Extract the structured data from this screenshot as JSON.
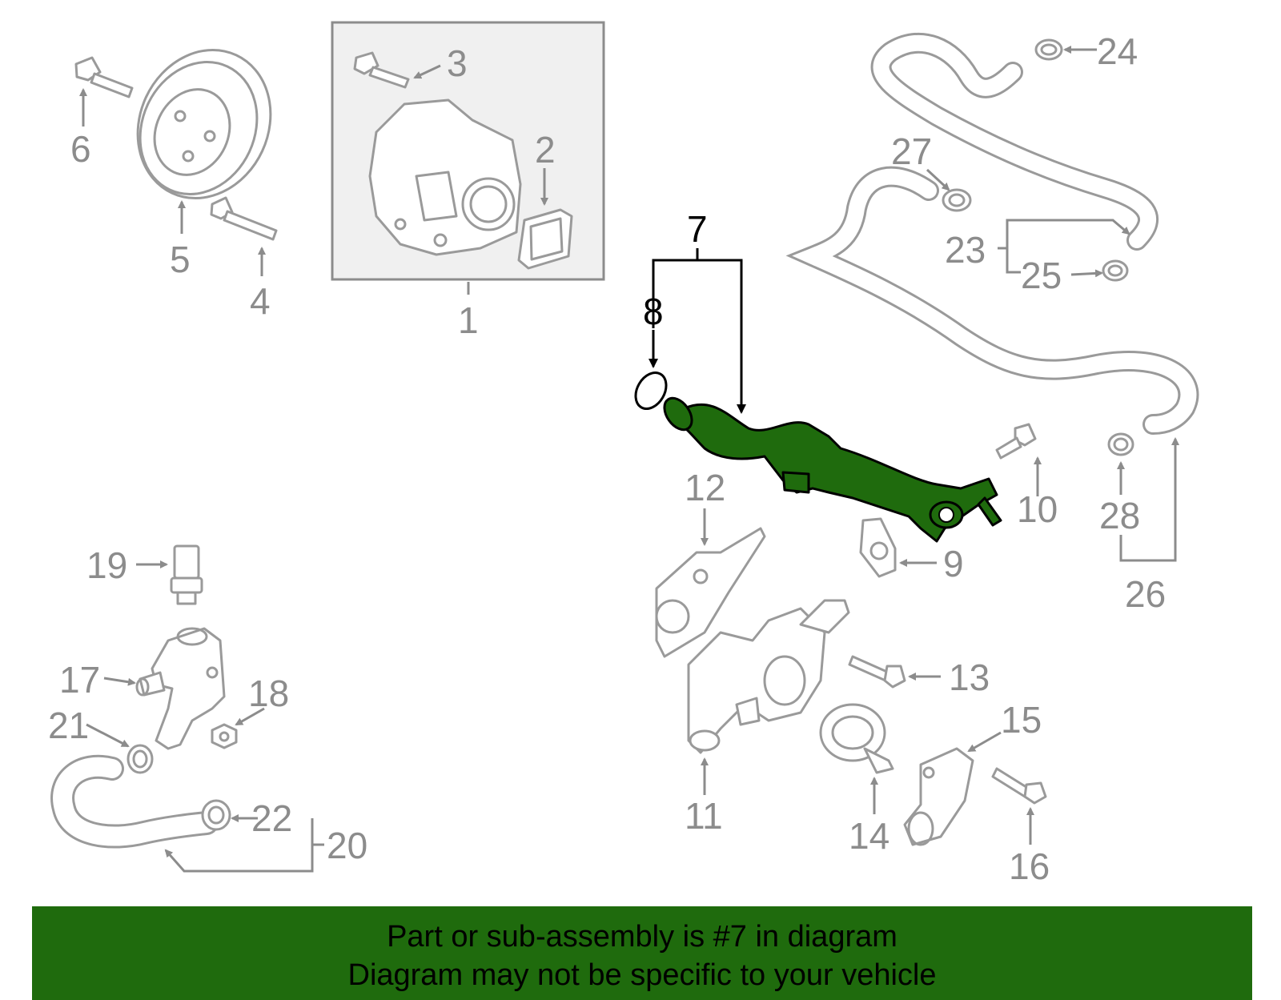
{
  "diagram": {
    "highlighted_part": "7",
    "colors": {
      "highlight": "#1f6b0d",
      "parts": "#9a9a9a",
      "callouts": "#8c8c8c"
    },
    "callouts": [
      "1",
      "2",
      "3",
      "4",
      "5",
      "6",
      "7",
      "8",
      "9",
      "10",
      "11",
      "12",
      "13",
      "14",
      "15",
      "16",
      "17",
      "18",
      "19",
      "20",
      "21",
      "22",
      "23",
      "24",
      "25",
      "26",
      "27",
      "28"
    ]
  },
  "banner": {
    "line1": "Part or sub-assembly is #7 in diagram",
    "line2": "Diagram may not be specific to your vehicle"
  }
}
